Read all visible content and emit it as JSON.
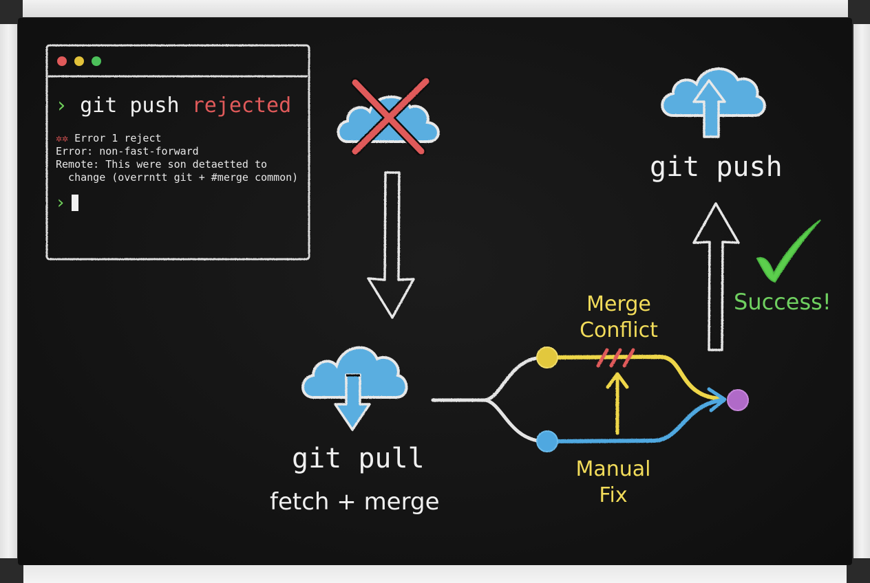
{
  "terminal": {
    "window_dots": [
      "#e05a5a",
      "#e2c23a",
      "#4cc05a"
    ],
    "prompt_symbol": "›",
    "command": "git push",
    "status_word": "rejected",
    "error_marker": "✲✲",
    "output_lines": [
      "Error 1 reject",
      "Error: non-fast-forward",
      "Remote: This were son detaetted to",
      "  change (overrntt git + #merge common)"
    ],
    "second_prompt": "›"
  },
  "steps": {
    "rejected_cloud": {
      "icon": "cloud-rejected-icon",
      "status": "failed"
    },
    "pull": {
      "icon": "cloud-download-icon",
      "title": "git pull",
      "subtitle": "fetch + merge"
    },
    "merge": {
      "conflict_label_line1": "Merge",
      "conflict_label_line2": "Conflict",
      "fix_label_line1": "Manual",
      "fix_label_line2": "Fix"
    },
    "push": {
      "icon": "cloud-upload-icon",
      "title": "git push"
    },
    "result": {
      "icon": "checkmark-icon",
      "label": "Success!"
    }
  },
  "colors": {
    "error_red": "#e05a5a",
    "prompt_green": "#6fcf5a",
    "cloud_blue": "#5aaee0",
    "branch_yellow": "#eed64a",
    "branch_blue": "#4fa8e0",
    "merge_purple": "#b06ac8",
    "success_green": "#6fd060",
    "chalk_white": "#ececec"
  }
}
